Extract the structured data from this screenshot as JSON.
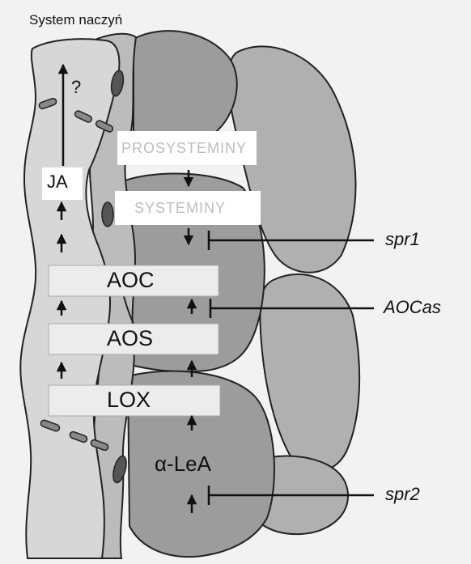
{
  "title": "System naczyń",
  "pathway": {
    "question_mark": "?",
    "ja": "JA",
    "prosystemin": "PROSYSTEMINY",
    "systemin": "SYSTEMINY",
    "aoc": "AOC",
    "aos": "AOS",
    "lox": "LOX",
    "linolenic": "α-LeA"
  },
  "mutants": {
    "spr1": "spr1",
    "aocas": "AOCas",
    "spr2": "spr2"
  },
  "colors": {
    "background": "#f2f2f2",
    "vessel": "#d7d7d7",
    "companion_cell": "#9c9c9c",
    "parenchyma": "#b0b0b0",
    "enzyme_box": "#ececec",
    "label_box": "#ffffff",
    "ink": "#111111"
  }
}
